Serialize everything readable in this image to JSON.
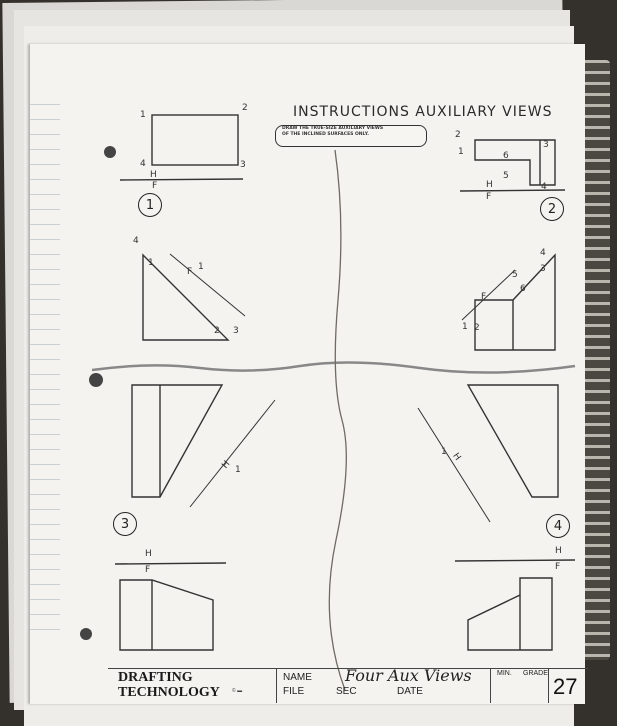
{
  "header": {
    "title": "INSTRUCTIONS AUXILIARY VIEWS",
    "instructions_line1": "DRAW THE TRUE-SIZE AUXILIARY VIEWS",
    "instructions_line2": "OF THE INCLINED SURFACES ONLY."
  },
  "problems": [
    {
      "number": "1",
      "labels": {
        "p1": "1",
        "p2": "2",
        "p3": "3",
        "p4": "4",
        "h": "H",
        "f": "F",
        "aux_1": "1",
        "aux_2": "2",
        "aux_3": "3",
        "aux_4": "4",
        "aux_f": "F",
        "aux_1b": "1"
      }
    },
    {
      "number": "2",
      "labels": {
        "p2": "2",
        "p1": "1",
        "p6": "6",
        "p3": "3",
        "p5": "5",
        "p4": "4",
        "h": "H",
        "f": "F",
        "aux_4": "4",
        "aux_3": "3",
        "aux_5": "5",
        "aux_6": "6",
        "aux_1": "1",
        "aux_2": "2",
        "aux_f": "F"
      }
    },
    {
      "number": "3",
      "labels": {
        "h": "H",
        "f": "F",
        "aux_h": "H",
        "aux_1": "1"
      }
    },
    {
      "number": "4",
      "labels": {
        "h": "H",
        "f": "F",
        "aux_h": "H",
        "aux_1": "1"
      }
    }
  ],
  "title_block": {
    "brand_line1": "DRAFTING",
    "brand_line2": "TECHNOLOGY",
    "name_label": "NAME",
    "file_label": "FILE",
    "sec_label": "SEC",
    "date_label": "DATE",
    "handwritten_title": "Four Aux Views",
    "min_label": "MIN.",
    "grade_label": "GRADE",
    "sheet_number": "27"
  }
}
